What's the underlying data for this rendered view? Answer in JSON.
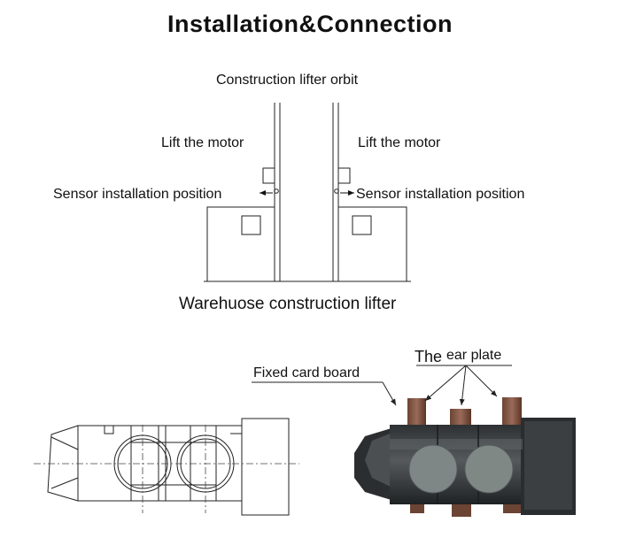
{
  "title": "Installation&Connection",
  "diagram_top": {
    "orbit_label": "Construction lifter orbit",
    "motor_label_left": "Lift the motor",
    "motor_label_right": "Lift the motor",
    "sensor_label_left": "Sensor installation position",
    "sensor_label_right": "Sensor installation position",
    "bottom_label": "Warehuose construction lifter"
  },
  "diagram_bottom": {
    "fixed_board_label": "Fixed card board",
    "ear_plate_prefix": "The",
    "ear_plate_label": "ear plate"
  }
}
